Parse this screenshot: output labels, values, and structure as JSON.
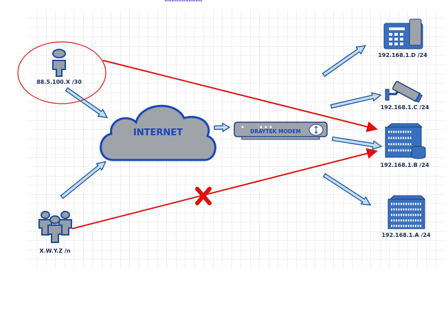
{
  "nodes": {
    "remote_user": "88.5.100.X /30",
    "internet": "INTERNET",
    "modem": "DRAYTEK MODEM",
    "phone": "192.168.1.D /24",
    "camera": "192.168.1.C /24",
    "server_b": "192.168.1.B /24",
    "server_a": "192.168.1.A /24",
    "group": "X.W.Y.Z /n"
  },
  "colors": {
    "allowed": "#e01010",
    "arrow": "#bfe0f7",
    "outline": "#1a4b9c"
  }
}
